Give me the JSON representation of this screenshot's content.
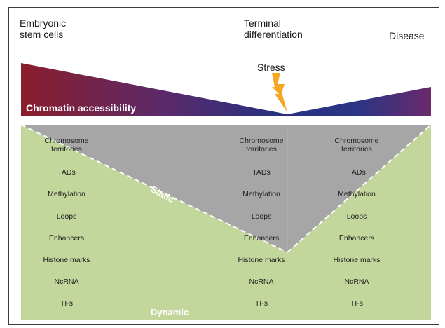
{
  "header": {
    "stage_esc": "Embryonic\nstem cells",
    "stage_terminal": "Terminal\ndifferentiation",
    "stage_disease": "Disease",
    "stress_label": "Stress"
  },
  "band": {
    "label": "Chromatin accessibility",
    "colors": {
      "red": "#8b1d2c",
      "mid": "#5a2a6a",
      "blue": "#2a3080",
      "purple": "#6b2a6a"
    }
  },
  "panel": {
    "static_label": "Static",
    "dynamic_label": "Dynamic",
    "colors": {
      "green": "#c3d69b",
      "gray": "#a6a6a6",
      "bolt": "#f5a623"
    }
  },
  "columns": {
    "left": [
      "Chromosome\nterritories",
      "TADs",
      "Methylation",
      "Loops",
      "Enhancers",
      "Histone marks",
      "NcRNA",
      "TFs"
    ],
    "middle": [
      "Chromosome\nterritories",
      "TADs",
      "Methylation",
      "Loops",
      "Enhancers",
      "Histone marks",
      "NcRNA",
      "TFs"
    ],
    "right": [
      "Chromosome\nterritories",
      "TADs",
      "Methylation",
      "Loops",
      "Enhancers",
      "Histone marks",
      "NcRNA",
      "TFs"
    ]
  }
}
